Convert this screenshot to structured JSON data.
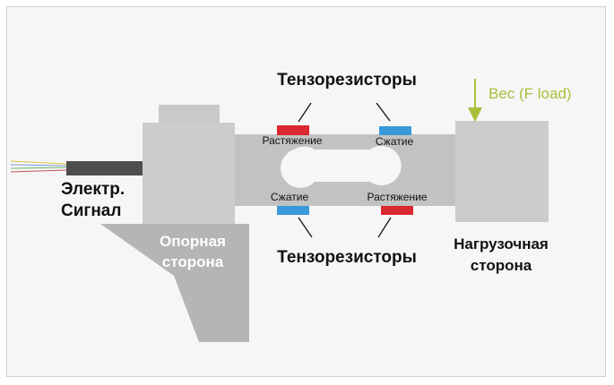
{
  "labels": {
    "strain_gauges_top": "Тензорезисторы",
    "strain_gauges_bottom": "Тензорезисторы",
    "gauge_top_left": "Растяжение",
    "gauge_top_right": "Сжатие",
    "gauge_bottom_left": "Сжатие",
    "gauge_bottom_right": "Растяжение",
    "electrical_signal_line1": "Электр.",
    "electrical_signal_line2": "Сигнал",
    "support_side_line1": "Опорная",
    "support_side_line2": "сторона",
    "load_side_line1": "Нагрузочная",
    "load_side_line2": "сторона",
    "weight": "Вес (F load)"
  },
  "colors": {
    "tension_gauge": "#d9282f",
    "compression_gauge": "#3a9ad9",
    "weight_arrow": "#a9bf3a",
    "block_gray": "#c9c9c9",
    "beam_gray": "#c2c2c2",
    "support_gray": "#b5b5b5",
    "cable": "#4d4d4d"
  }
}
